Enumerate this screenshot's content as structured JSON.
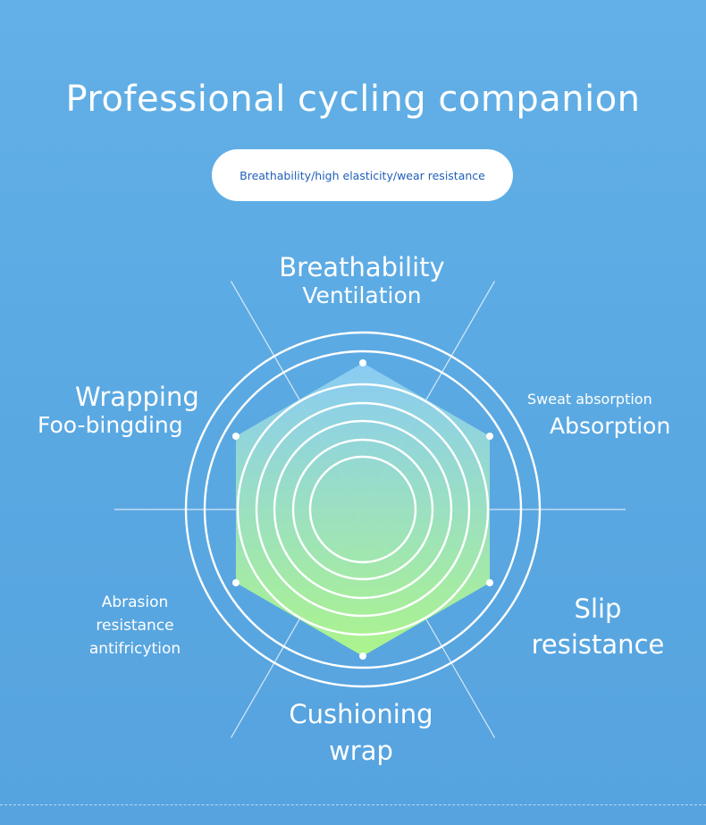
{
  "page": {
    "title": "Professional cycling companion",
    "subtitle": "Breathability/high elasticity/wear resistance"
  },
  "labels": {
    "top_primary": "Breathability",
    "top_secondary": "Ventilation",
    "upper_right_primary": "Sweat absorption",
    "upper_right_secondary": "Absorption",
    "lower_right_line1": "Slip",
    "lower_right_line2": "resistance",
    "bottom_line1": "Cushioning",
    "bottom_line2": "wrap",
    "lower_left_line1": "Abrasion",
    "lower_left_line2": "resistance",
    "lower_left_line3": "antifricytion",
    "upper_left_primary": "Wrapping",
    "upper_left_secondary": "Foo-bingding"
  },
  "chart_data": {
    "type": "radar",
    "axes": [
      "Breathability",
      "Sweat absorption",
      "Slip resistance",
      "Cushioning wrap",
      "Abrasion resistance",
      "Wrapping"
    ],
    "values": [
      1,
      1,
      1,
      1,
      1,
      1
    ],
    "range": [
      0,
      1
    ],
    "rings": 7,
    "colors": {
      "fill_top": "#8ccdf5",
      "fill_bottom": "#aef68a",
      "lines": "#ffffff"
    }
  }
}
